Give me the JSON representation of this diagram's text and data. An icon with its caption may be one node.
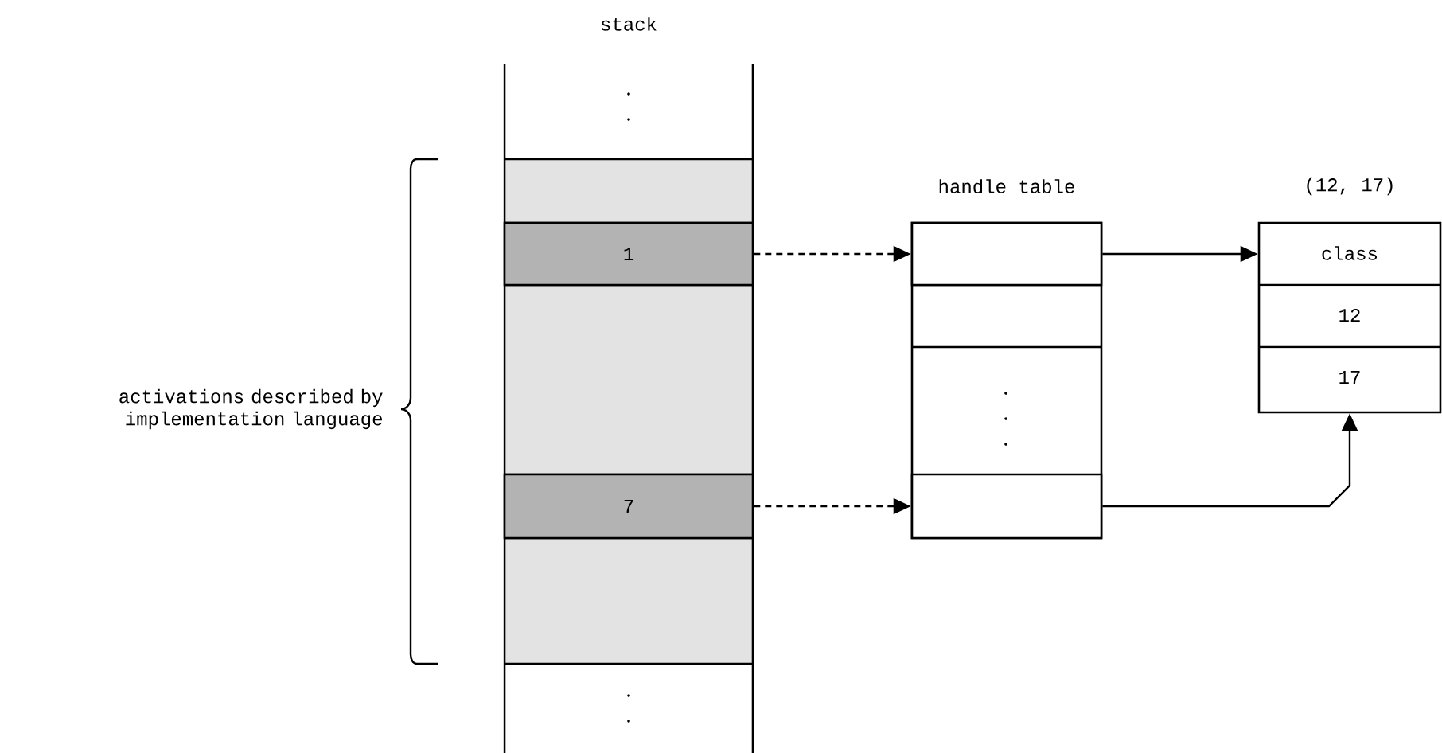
{
  "diagram": {
    "nodes": [
      {
        "text": [
          "1"
        ]
      },
      {
        "text": [
          "7"
        ]
      },
      {
        "text": [
          "handle table"
        ]
      },
      {
        "text": [],
        "shape": "box",
        "in": 2
      },
      {
        "text": [],
        "shape": "box",
        "in": 2
      },
      {
        "text": [
          "(12, 17)",
          "class",
          "12",
          "17"
        ]
      }
    ],
    "edges": [
      {
        "from": 0,
        "to": 3,
        "arrow": "to",
        "style": "dashed"
      },
      {
        "from": 1,
        "to": 4,
        "arrow": "to",
        "style": "dashed"
      },
      {
        "from": 3,
        "to": 5,
        "arrow": "to"
      },
      {
        "from": 4,
        "to": 5,
        "arrow": "to"
      }
    ],
    "labels": [
      "stack",
      "activations described by implementation language"
    ]
  }
}
